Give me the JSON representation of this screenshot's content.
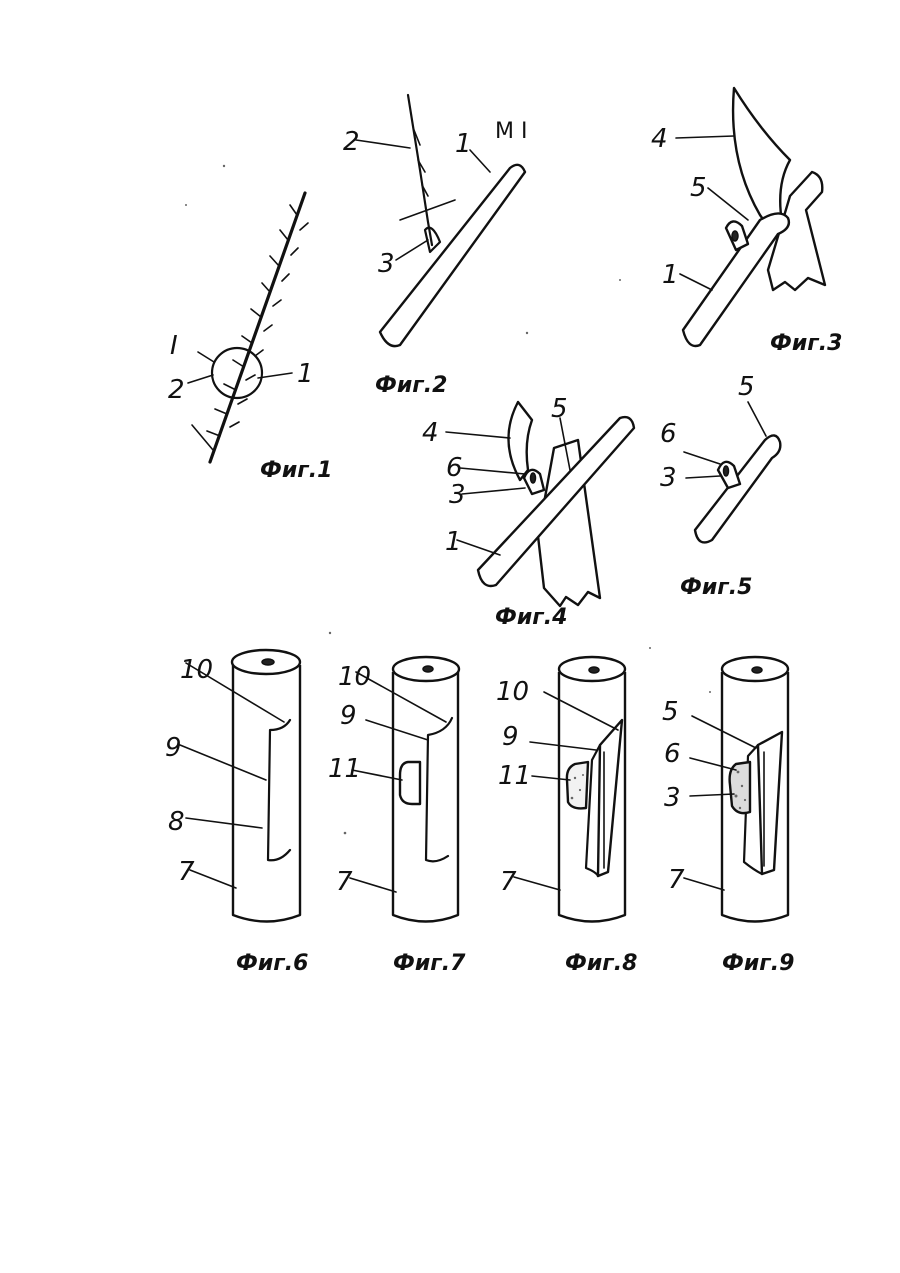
{
  "figures": {
    "fig1": {
      "caption": "Фиг.1",
      "labels": {
        "detail": "I",
        "bud": "2",
        "branch": "1"
      }
    },
    "fig2": {
      "caption": "Фиг.2",
      "title": "М I",
      "labels": {
        "bud": "2",
        "branch": "1",
        "shield": "3"
      }
    },
    "fig3": {
      "caption": "Фиг.3",
      "labels": {
        "knife": "4",
        "cut": "5",
        "branch": "1"
      }
    },
    "fig4": {
      "caption": "Фиг.4",
      "labels": {
        "knife": "4",
        "cut": "5",
        "bark": "6",
        "shield": "3",
        "branch": "1"
      }
    },
    "fig5": {
      "caption": "Фиг.5",
      "labels": {
        "cut": "5",
        "bark": "6",
        "shield": "3"
      }
    },
    "fig6": {
      "caption": "Фиг.6",
      "labels": {
        "top": "10",
        "edge": "9",
        "slit": "8",
        "stock": "7"
      }
    },
    "fig7": {
      "caption": "Фиг.7",
      "labels": {
        "top": "10",
        "edge": "9",
        "flap": "11",
        "stock": "7"
      }
    },
    "fig8": {
      "caption": "Фиг.8",
      "labels": {
        "top": "10",
        "edge": "9",
        "flap": "11",
        "stock": "7"
      }
    },
    "fig9": {
      "caption": "Фиг.9",
      "labels": {
        "cut": "5",
        "bark": "6",
        "shield": "3",
        "stock": "7"
      }
    }
  }
}
